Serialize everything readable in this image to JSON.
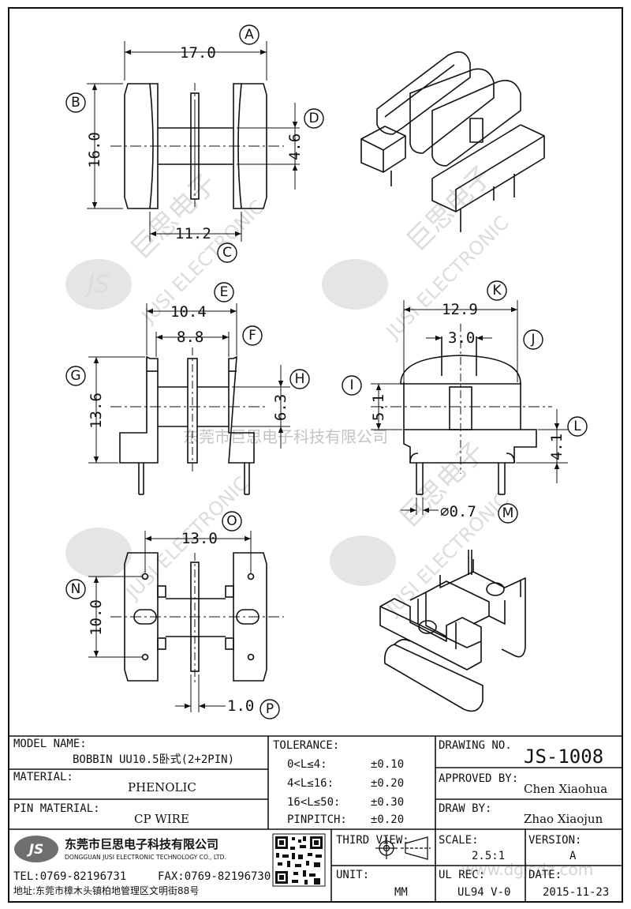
{
  "dims": {
    "A": "17.0",
    "B": "16.0",
    "C": "11.2",
    "D": "4.6",
    "E": "10.4",
    "F": "8.8",
    "G": "13.6",
    "H": "6.3",
    "K": "12.9",
    "J": "3.0",
    "I": "5.1",
    "L": "4.1",
    "M": "⌀0.7",
    "O": "13.0",
    "N": "10.0",
    "P": "1.0"
  },
  "tags": [
    "A",
    "B",
    "C",
    "D",
    "E",
    "F",
    "G",
    "H",
    "I",
    "J",
    "K",
    "L",
    "M",
    "N",
    "O",
    "P"
  ],
  "watermark": {
    "logo": "JS",
    "brand_cn": "巨思电子",
    "brand_en": "JUSI ELECTRONIC",
    "company_line": "东莞市巨思电子科技有限公司",
    "url": "www.dgjsdz.com"
  },
  "title_block": {
    "model_name_label": "MODEL NAME:",
    "model_name_value": "BOBBIN UU10.5卧式(2+2PIN)",
    "material_label": "MATERIAL:",
    "material_value": "PHENOLIC",
    "pin_material_label": "PIN MATERIAL:",
    "pin_material_value": "CP WIRE",
    "tolerance_label": "TOLERANCE:",
    "tolerances": [
      {
        "range": "0<L≤4:",
        "value": "±0.10"
      },
      {
        "range": "4<L≤16:",
        "value": "±0.20"
      },
      {
        "range": "16<L≤50:",
        "value": "±0.30"
      },
      {
        "range": "PINPITCH:",
        "value": "±0.20"
      }
    ],
    "drawing_no_label": "DRAWING NO.",
    "drawing_no_value": "JS-1008",
    "approved_by_label": "APPROVED BY:",
    "approved_by_value": "Chen Xiaohua",
    "draw_by_label": "DRAW BY:",
    "draw_by_value": "Zhao Xiaojun",
    "company_cn": "东莞市巨思电子科技有限公司",
    "company_en": "DONGGUAN JUSI ELECTRONIC TECHNOLOGY CO., LTD.",
    "tel": "TEL:0769-82196731",
    "fax": "FAX:0769-82196730",
    "address": "地址:东莞市樟木头镇柏地管理区文明街88号",
    "third_view_label": "THIRD VIEW:",
    "unit_label": "UNIT:",
    "unit_value": "MM",
    "scale_label": "SCALE:",
    "scale_value": "2.5:1",
    "version_label": "VERSION:",
    "version_value": "A",
    "ul_rec_label": "UL REC:",
    "ul_rec_value": "UL94 V-0",
    "date_label": "DATE:",
    "date_value": "2015-11-23"
  },
  "icons": [
    "logo-js",
    "qr-code-icon",
    "third-angle-projection-icon"
  ]
}
